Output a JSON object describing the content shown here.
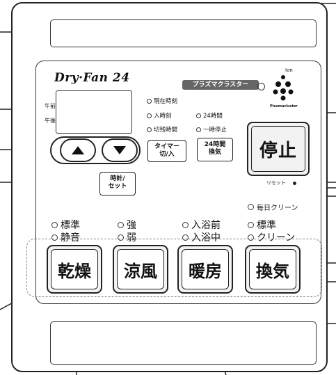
{
  "brand": "Dry·Fan 24",
  "plasmacluster": {
    "label": "プラズマクラスター",
    "ion": "Ion",
    "name": "Plasmacluster"
  },
  "display": {
    "am": "午前",
    "pm": "午後"
  },
  "indicators": {
    "current_time": "現在時刻",
    "start_time": "入時刻",
    "off_time": "切残時間",
    "h24": "24時間",
    "pause": "一時停止"
  },
  "buttons": {
    "timer_line1": "タイマー",
    "timer_line2": "切/入",
    "vent24_line1": "24時間",
    "vent24_line2": "換気",
    "clock_line1": "時計/",
    "clock_line2": "セット",
    "stop": "停止",
    "reset": "リセット",
    "dry": "乾燥",
    "cool": "涼風",
    "heat": "暖房",
    "vent": "換気"
  },
  "modes": {
    "dry_standard": "標準",
    "dry_quiet": "静音",
    "cool_strong": "強",
    "cool_weak": "弱",
    "heat_before": "入浴前",
    "heat_during": "入浴中",
    "vent_daily": "毎日クリーン",
    "vent_standard": "標準",
    "vent_clean": "クリーン"
  }
}
